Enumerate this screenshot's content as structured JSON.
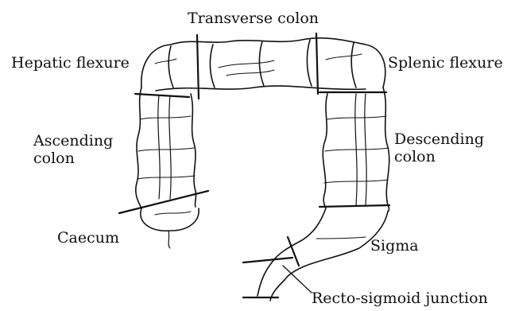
{
  "diagram": {
    "labels": {
      "transverse_colon": "Transverse colon",
      "hepatic_flexure": "Hepatic flexure",
      "splenic_flexure": "Splenic flexure",
      "ascending_colon_line1": "Ascending",
      "ascending_colon_line2": "colon",
      "descending_colon_line1": "Descending",
      "descending_colon_line2": "colon",
      "caecum": "Caecum",
      "sigma": "Sigma",
      "recto_sigmoid_junction": "Recto-sigmoid junction"
    },
    "colors": {
      "ink": "#111111",
      "background": "#ffffff"
    }
  }
}
